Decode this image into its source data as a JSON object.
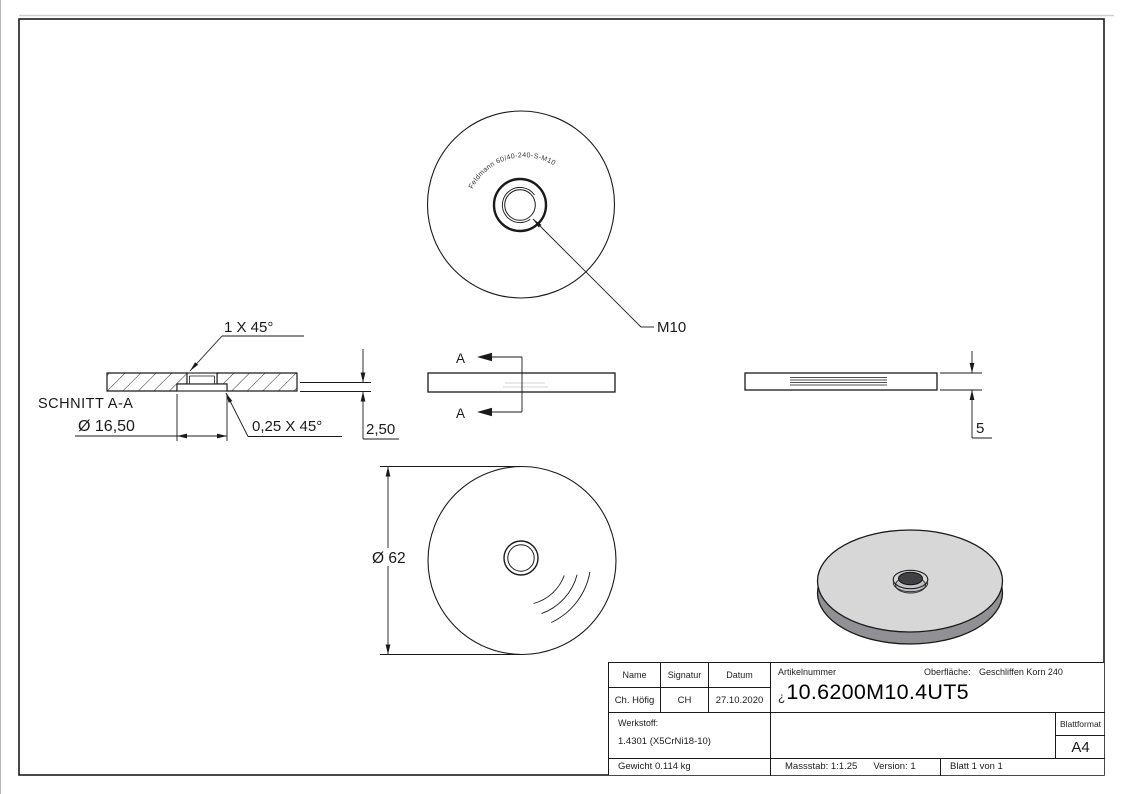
{
  "page": {
    "background": "#ffffff",
    "frame_color": "#1a1a1a"
  },
  "drawing": {
    "top_view": {
      "engraving": "Feldmann 60/40-240-S-M10",
      "thread_label": "M10"
    },
    "section_view": {
      "label": "SCHNITT A-A",
      "chamfer_top": "1 X 45°",
      "counterbore_diameter": "Ø 16,50",
      "chamfer_bottom": "0,25 X 45°",
      "counterbore_depth": "2,50"
    },
    "front_view": {
      "section_label_top": "A",
      "section_label_bottom": "A"
    },
    "side_view": {
      "thickness": "5"
    },
    "bottom_view": {
      "outer_diameter": "Ø 62"
    },
    "iso_view": {
      "top_color": "#d7d7d7",
      "side_color": "#909095",
      "hole_color": "#404045"
    }
  },
  "title_block": {
    "name_header": "Name",
    "signature_header": "Signatur",
    "date_header": "Datum",
    "name": "Ch. Höfig",
    "signature": "CH",
    "date": "27.10.2020",
    "article_label": "Artikelnummer",
    "article_prefix": "¿",
    "article_number": "10.6200M10.4UT5",
    "surface_label": "Oberfläche:",
    "surface_value": "Geschliffen Korn 240",
    "material_label": "Werkstoff:",
    "material_value": "1.4301 (X5CrNi18-10)",
    "weight": "Gewicht 0.114 kg",
    "scale": "Massstab: 1:1.25",
    "version": "Version: 1",
    "sheet": "Blatt 1 von 1",
    "sheet_format_label": "Blattformat",
    "sheet_format": "A4"
  }
}
